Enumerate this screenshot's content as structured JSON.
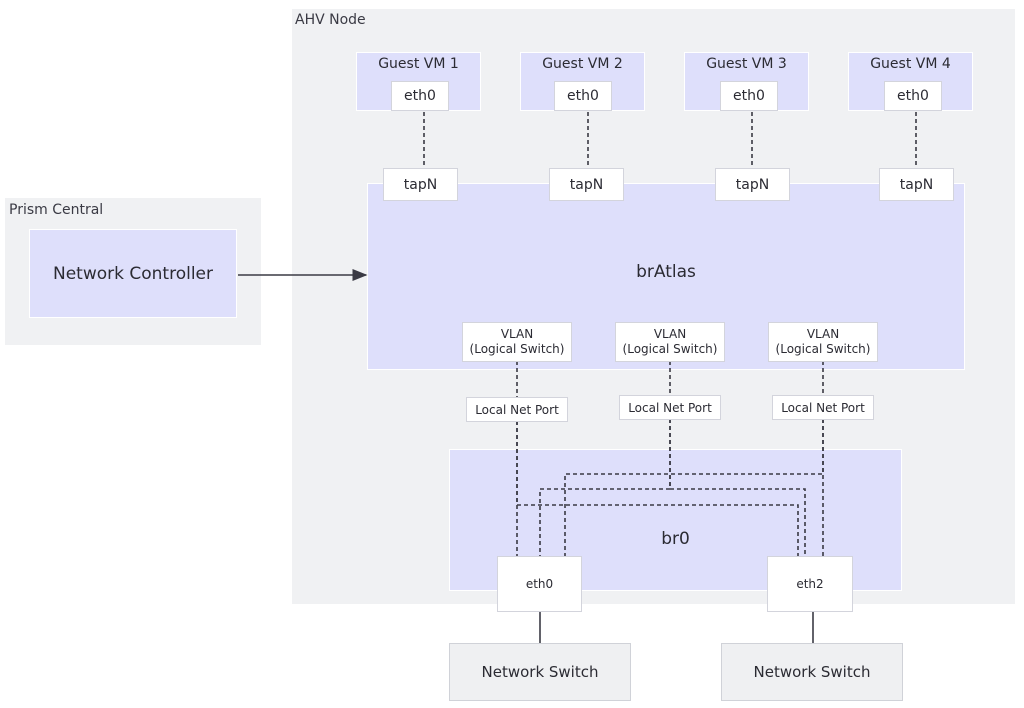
{
  "prism": {
    "label": "Prism Central",
    "controller": "Network Controller"
  },
  "ahv": {
    "label": "AHV Node"
  },
  "vms": [
    {
      "title": "Guest VM 1",
      "nic": "eth0",
      "tap": "tapN"
    },
    {
      "title": "Guest VM 2",
      "nic": "eth0",
      "tap": "tapN"
    },
    {
      "title": "Guest VM 3",
      "nic": "eth0",
      "tap": "tapN"
    },
    {
      "title": "Guest VM 4",
      "nic": "eth0",
      "tap": "tapN"
    }
  ],
  "bratlas": {
    "label": "brAtlas"
  },
  "vlans": [
    {
      "line1": "VLAN",
      "line2": "(Logical Switch)",
      "port": "Local Net Port"
    },
    {
      "line1": "VLAN",
      "line2": "(Logical Switch)",
      "port": "Local Net Port"
    },
    {
      "line1": "VLAN",
      "line2": "(Logical Switch)",
      "port": "Local Net Port"
    }
  ],
  "br0": {
    "label": "br0"
  },
  "uplinks": [
    {
      "label": "eth0"
    },
    {
      "label": "eth2"
    }
  ],
  "switches": [
    {
      "label": "Network Switch"
    },
    {
      "label": "Network Switch"
    }
  ],
  "colors": {
    "panel": "#f0f1f3",
    "bridge": "#dedffb",
    "line": "#3a3a44"
  }
}
